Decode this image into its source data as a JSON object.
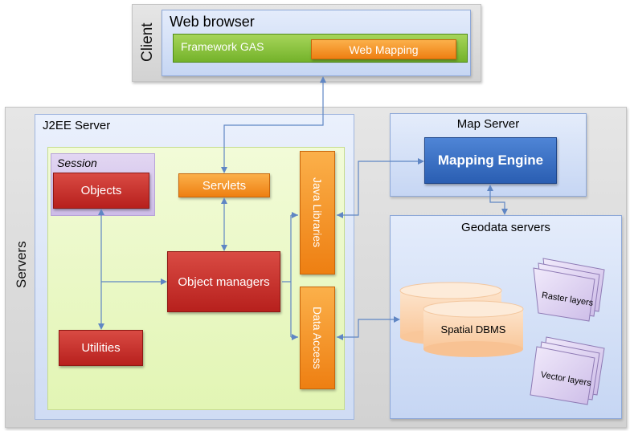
{
  "client": {
    "label": "Client",
    "browser_title": "Web browser",
    "framework_label": "Framework GAS",
    "web_mapping_label": "Web Mapping"
  },
  "servers": {
    "label": "Servers",
    "j2ee": {
      "title": "J2EE Server",
      "session_label": "Session",
      "objects_label": "Objects",
      "servlets_label": "Servlets",
      "java_libraries_label": "Java Libraries",
      "object_managers_label": "Object managers",
      "data_access_label": "Data Access",
      "utilities_label": "Utilities"
    },
    "map_server": {
      "title": "Map Server",
      "engine_label": "Mapping Engine"
    },
    "geodata": {
      "title": "Geodata servers",
      "dbms_label": "Spatial DBMS",
      "raster_label": "Raster layers",
      "vector_label": "Vector layers"
    }
  },
  "colors": {
    "connector": "#5f86c4",
    "red_box": "#c0302a",
    "orange_box": "#f28e23",
    "engine_box": "#3a6fc4",
    "green_bar": "#8cc63f"
  }
}
